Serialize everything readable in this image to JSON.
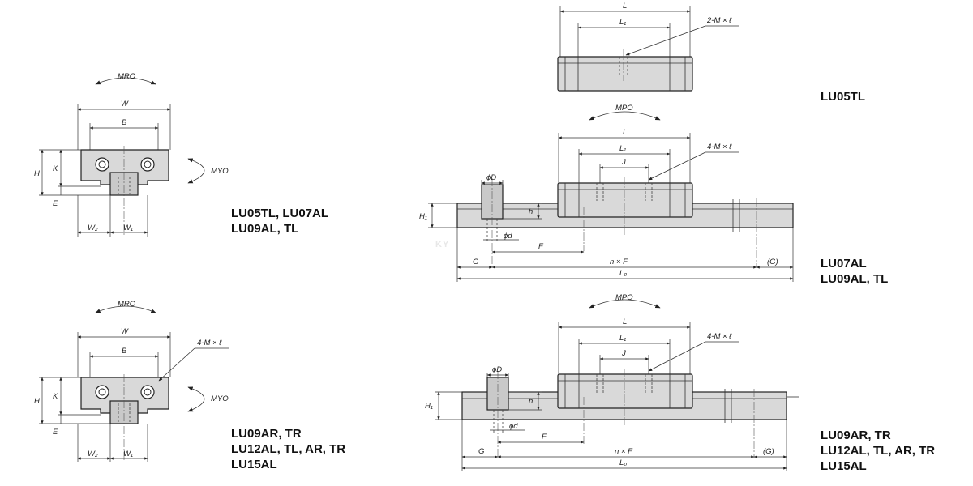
{
  "labels": {
    "L": "L",
    "L1": "L₁",
    "J": "J",
    "W": "W",
    "B": "B",
    "H": "H",
    "K": "K",
    "E": "E",
    "W1": "W₁",
    "W2": "W₂",
    "H1": "H₁",
    "h": "h",
    "D": "ϕD",
    "d": "ϕd",
    "F": "F",
    "G": "G",
    "G_paren": "(G)",
    "nF": "n × F",
    "L0": "L₀",
    "screw2": "2-M × ℓ",
    "screw4": "4-M × ℓ",
    "MR": "MRO",
    "MY": "MYO",
    "MP": "MPO"
  },
  "models": {
    "top_left_1": "LU05TL, LU07AL",
    "top_left_2": "LU09AL, TL",
    "bottom_left_1": "LU09AR, TR",
    "bottom_left_2": "LU12AL, TL, AR, TR",
    "bottom_left_3": "LU15AL",
    "right_top": "LU05TL",
    "right_mid_1": "LU07AL",
    "right_mid_2": "LU09AL, TL",
    "right_bot_1": "LU09AR, TR",
    "right_bot_2": "LU12AL, TL, AR, TR",
    "right_bot_3": "LU15AL"
  },
  "watermark": "KY"
}
